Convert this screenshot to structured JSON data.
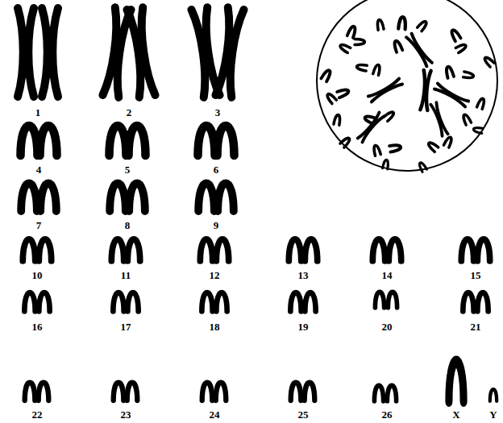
{
  "diagram": {
    "labels": [
      "1",
      "2",
      "3",
      "4",
      "5",
      "6",
      "7",
      "8",
      "9",
      "10",
      "11",
      "12",
      "13",
      "14",
      "15",
      "16",
      "17",
      "18",
      "19",
      "20",
      "21",
      "22",
      "23",
      "24",
      "25",
      "26",
      "X",
      "Y"
    ]
  }
}
